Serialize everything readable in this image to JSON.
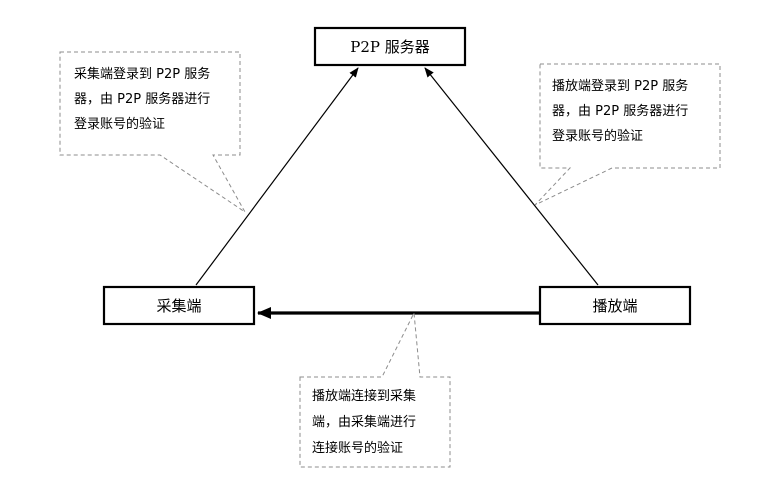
{
  "nodes": {
    "server": "P2P 服务器",
    "collector": "采集端",
    "player": "播放端"
  },
  "callouts": {
    "collector_login": [
      "采集端登录到 P2P 服务",
      "器，由 P2P 服务器进行",
      "登录账号的验证"
    ],
    "player_login": [
      "播放端登录到 P2P 服务",
      "器，由 P2P 服务器进行",
      "登录账号的验证"
    ],
    "player_connect": [
      "播放端连接到采集",
      "端，由采集端进行",
      "连接账号的验证"
    ]
  },
  "edges": [
    {
      "from": "collector",
      "to": "server",
      "style": "thin"
    },
    {
      "from": "player",
      "to": "server",
      "style": "thin"
    },
    {
      "from": "player",
      "to": "collector",
      "style": "thick"
    }
  ]
}
